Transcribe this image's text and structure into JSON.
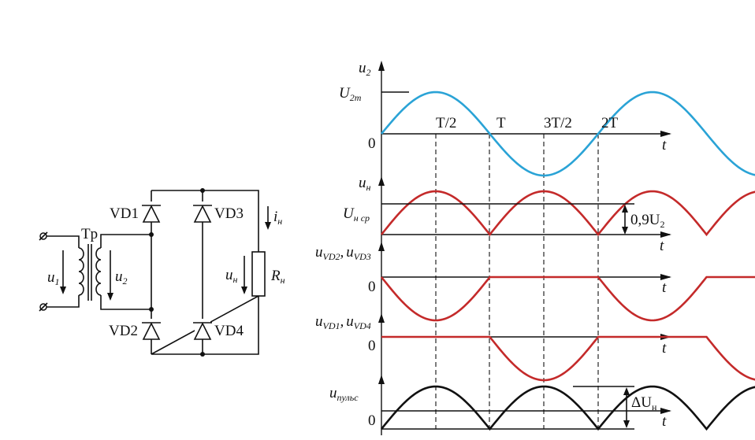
{
  "circuit": {
    "transformer_label": "Tp",
    "u1": "u",
    "u1_sub": "1",
    "u2": "u",
    "u2_sub": "2",
    "vd1": "VD1",
    "vd2": "VD2",
    "vd3": "VD3",
    "vd4": "VD4",
    "i_load": "i",
    "i_load_sub": "н",
    "u_load": "u",
    "u_load_sub": "н",
    "r_load": "R",
    "r_load_sub": "н"
  },
  "plots": {
    "p1": {
      "ylabel": "u",
      "ylabel_sub": "2",
      "peak_label": "U",
      "peak_sub": "2m",
      "zero": "0",
      "xlabel": "t",
      "ticks": [
        "T/2",
        "T",
        "3T/2",
        "2T"
      ]
    },
    "p2": {
      "ylabel": "u",
      "ylabel_sub": "н",
      "avg_label": "U",
      "avg_sub": "н ср",
      "ratio_label": "0,9U",
      "ratio_sub": "2",
      "xlabel": "t"
    },
    "p3": {
      "ylabel_a": "u",
      "ylabel_a_sub": "VD2",
      "sep": ",",
      "ylabel_b": "u",
      "ylabel_b_sub": "VD3",
      "zero": "0",
      "xlabel": "t"
    },
    "p4": {
      "ylabel_a": "u",
      "ylabel_a_sub": "VD1",
      "sep": ",",
      "ylabel_b": "u",
      "ylabel_b_sub": "VD4",
      "zero": "0",
      "xlabel": "t"
    },
    "p5": {
      "ylabel": "u",
      "ylabel_sub": "пульс",
      "ripple_label": "ΔU",
      "ripple_sub": "н",
      "zero": "0",
      "xlabel": "t"
    }
  },
  "colors": {
    "sine": "#2aa3d6",
    "rect": "#c42a2a",
    "pulse": "#111111",
    "ink": "#111111"
  }
}
